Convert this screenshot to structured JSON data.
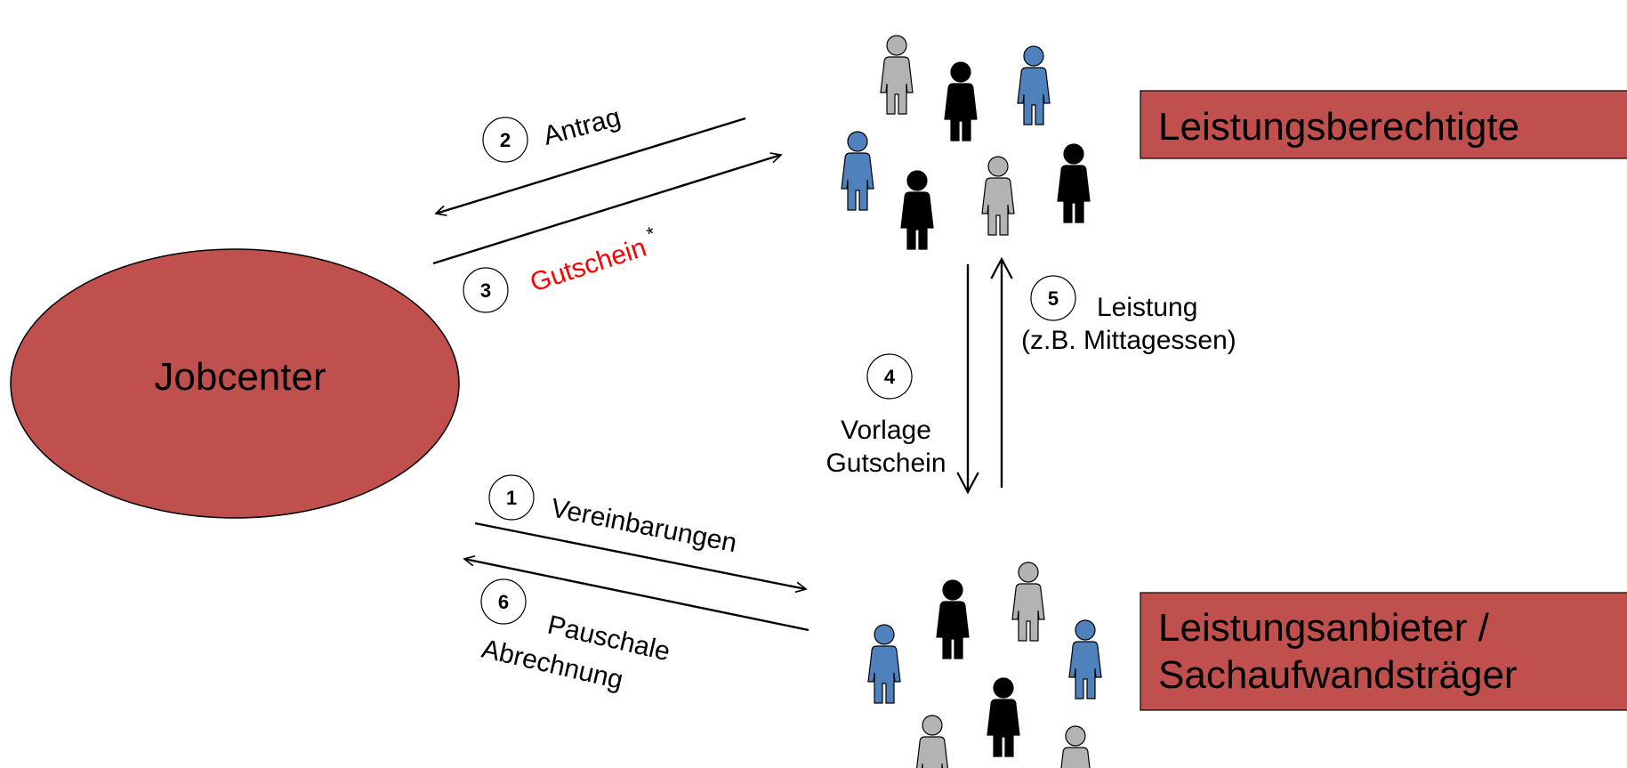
{
  "nodes": {
    "jobcenter": {
      "label": "Jobcenter",
      "color": "#c0504d"
    },
    "recipients": {
      "label": "Leistungsberechtigte",
      "color": "#c0504d"
    },
    "providers": {
      "line1": "Leistungsanbieter /",
      "line2": "Sachaufwandsträger",
      "color": "#c0504d"
    }
  },
  "steps": [
    {
      "num": "1",
      "label": "Vereinbarungen"
    },
    {
      "num": "2",
      "label": "Antrag"
    },
    {
      "num": "3",
      "label": "Gutschein",
      "suffix": "*",
      "color": "#ff0000"
    },
    {
      "num": "4",
      "line1": "Vorlage",
      "line2": "Gutschein"
    },
    {
      "num": "5",
      "line1": "Leistung",
      "line2": "(z.B. Mittagessen)"
    },
    {
      "num": "6",
      "line1": "Pauschale",
      "line2": "Abrechnung"
    }
  ],
  "people_colors": {
    "gray": "#b3b3b3",
    "black": "#000000",
    "blue": "#4f81bd"
  },
  "people": {
    "recipients": [
      {
        "color": "gray"
      },
      {
        "color": "black"
      },
      {
        "color": "blue"
      },
      {
        "color": "blue"
      },
      {
        "color": "black"
      },
      {
        "color": "gray"
      },
      {
        "color": "black"
      }
    ],
    "providers": [
      {
        "color": "black"
      },
      {
        "color": "gray"
      },
      {
        "color": "blue"
      },
      {
        "color": "blue"
      },
      {
        "color": "black"
      },
      {
        "color": "gray"
      },
      {
        "color": "gray"
      }
    ]
  }
}
